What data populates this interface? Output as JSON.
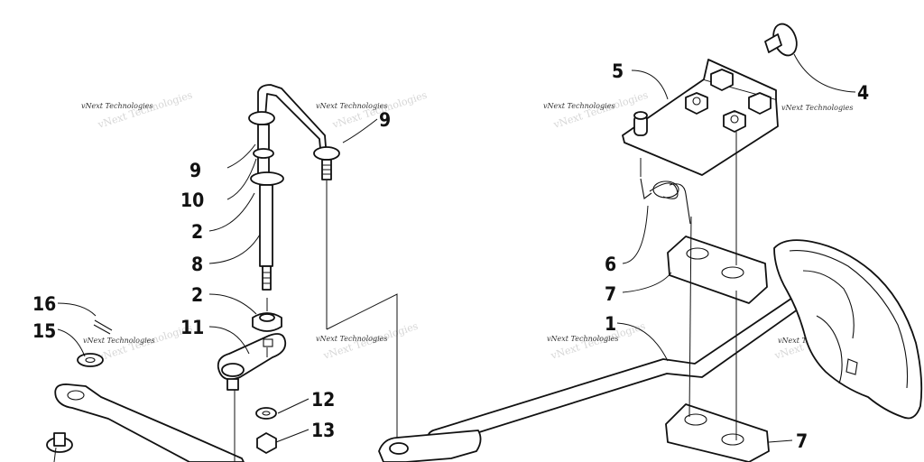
{
  "diagram": {
    "watermark": "vNext Technologies",
    "callouts": {
      "c1": "1",
      "c2a": "2",
      "c2b": "2",
      "c4": "4",
      "c5": "5",
      "c6": "6",
      "c7a": "7",
      "c7b": "7",
      "c8": "8",
      "c9a": "9",
      "c9b": "9",
      "c10": "10",
      "c11": "11",
      "c12": "12",
      "c13": "13",
      "c15": "15",
      "c16": "16"
    }
  }
}
